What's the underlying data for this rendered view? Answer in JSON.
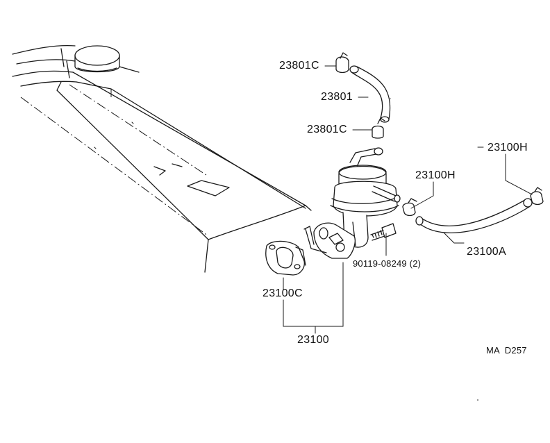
{
  "diagram": {
    "callouts": [
      {
        "id": "clip-upper",
        "text": "23801C"
      },
      {
        "id": "hose-upper",
        "text": "23801"
      },
      {
        "id": "clip-lower",
        "text": "23801C"
      },
      {
        "id": "hose-clamp-right",
        "text": "23100H"
      },
      {
        "id": "hose-clamp-mid",
        "text": "23100H"
      },
      {
        "id": "outlet-hose",
        "text": "23100A"
      },
      {
        "id": "bolt",
        "text": "90119-08249 (2)"
      },
      {
        "id": "gasket",
        "text": "23100C"
      },
      {
        "id": "fuel-pump-assy",
        "text": "23100"
      }
    ],
    "ref_code": "MA  D257"
  }
}
